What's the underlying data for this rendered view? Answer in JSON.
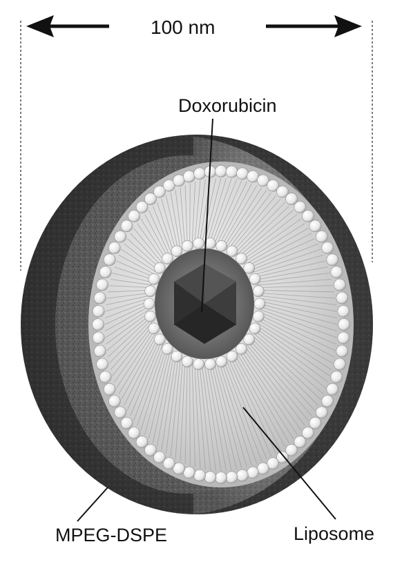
{
  "labels": {
    "scale": "100 nm",
    "drug": "Doxorubicin",
    "coating": "MPEG-DSPE",
    "vesicle": "Liposome"
  },
  "colors": {
    "ink": "#111111",
    "coat_dark": "#3f3f3f",
    "coat_light": "#8a8a8a",
    "core_fill": "#d2d2d2",
    "bead": "#ececec",
    "crystal": "#3a3a3a"
  }
}
